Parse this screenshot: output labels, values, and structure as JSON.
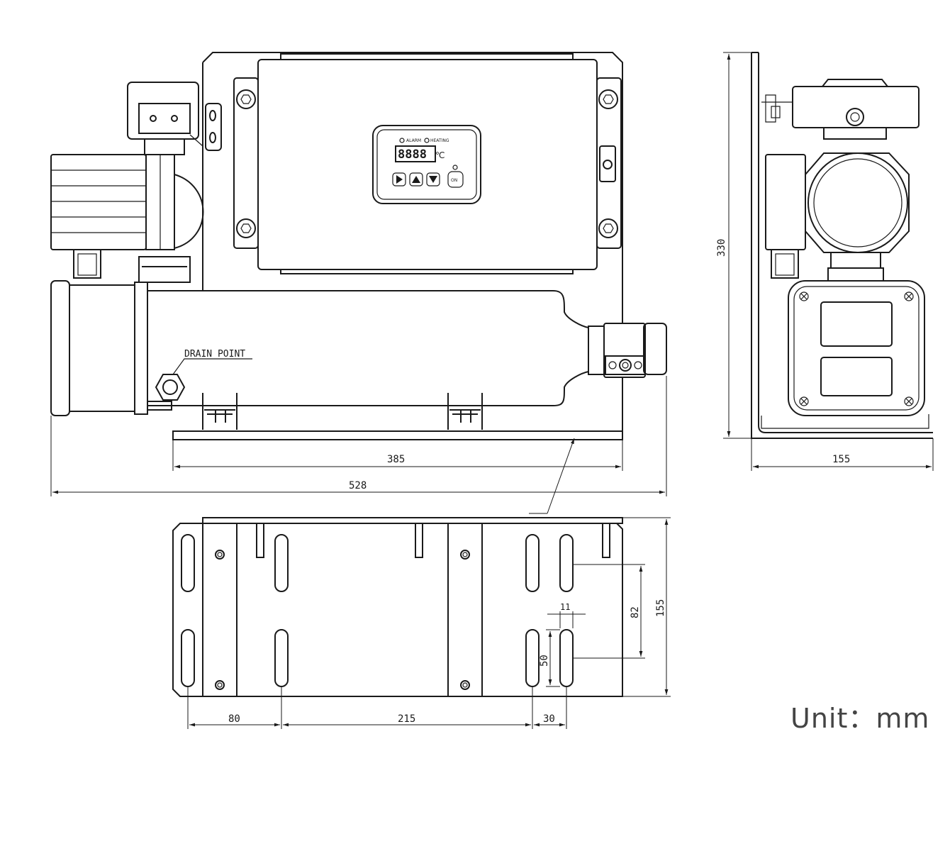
{
  "unit_label": "Unit：mm",
  "callouts": {
    "drain_point": "DRAIN POINT"
  },
  "controller": {
    "indicator_alarm": "ALARM",
    "indicator_heating": "HEATING",
    "display_digits": "8888",
    "display_unit": "℃",
    "power_button": "ON"
  },
  "dimensions": {
    "base_length": "385",
    "overall_length": "528",
    "side_height": "330",
    "side_depth": "155",
    "plate_depth": "155",
    "slot_pitch": "82",
    "slot_width": "11",
    "slot_length": "50",
    "pitch_left": "80",
    "pitch_middle": "215",
    "pitch_right": "30"
  },
  "colors": {
    "line": "#1a1a1a",
    "unit_text": "#444444",
    "background": "#ffffff"
  }
}
